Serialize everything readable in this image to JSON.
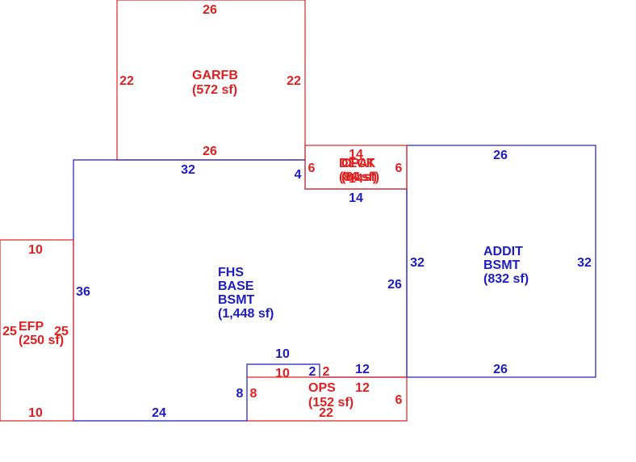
{
  "colors": {
    "red": "#e02020",
    "blue": "#1c1cc0"
  },
  "areas": [
    {
      "id": "garfb",
      "color": "red",
      "lines": [
        "GARFB",
        "(572 sf)"
      ],
      "dims": [
        "26",
        "22",
        "22",
        "26"
      ]
    },
    {
      "id": "fhs",
      "color": "blue",
      "lines": [
        "FHS",
        "BASE",
        "BSMT",
        "(1,448 sf)"
      ],
      "dims": [
        "32",
        "36",
        "24",
        "8",
        "10",
        "2",
        "12",
        "26",
        "14",
        "4"
      ]
    },
    {
      "id": "addit",
      "color": "blue",
      "lines": [
        "ADDIT",
        "BSMT",
        "(832 sf)"
      ],
      "dims": [
        "26",
        "32",
        "32",
        "26"
      ]
    },
    {
      "id": "efp",
      "color": "red",
      "lines": [
        "EFP",
        "(250 sf)"
      ],
      "dims": [
        "10",
        "25",
        "25",
        "10"
      ]
    },
    {
      "id": "ops",
      "color": "red",
      "lines": [
        "OPS",
        "(152 sf)"
      ],
      "dims": [
        "10",
        "2",
        "12",
        "8",
        "6",
        "22"
      ]
    },
    {
      "id": "deck",
      "color": "red",
      "lines": [
        "DECK",
        "(84 sf)"
      ],
      "overlay_lines": [
        "CPAT",
        "(84 sf)"
      ],
      "dims": [
        "14",
        "6",
        "6",
        "14"
      ]
    }
  ]
}
